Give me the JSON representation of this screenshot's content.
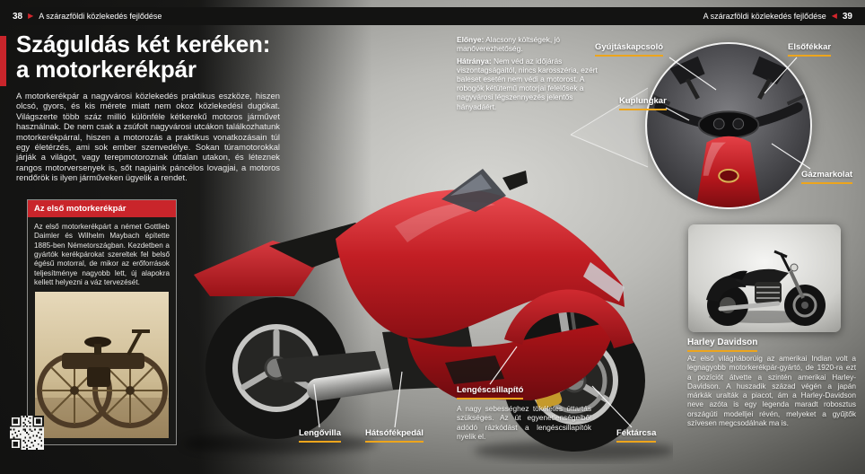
{
  "header": {
    "left_page_number": "38",
    "arrow_right": "▶",
    "left_title": "A szárazföldi közlekedés fejlődése",
    "right_title": "A szárazföldi közlekedés fejlődése",
    "arrow_left": "◀",
    "right_page_number": "39"
  },
  "title": {
    "line1": "Száguldás két keréken:",
    "line2": "a motorkerékpár"
  },
  "intro": "A motorkerékpár a nagyvárosi közlekedés praktikus eszköze, hiszen olcsó, gyors, és kis mérete miatt nem okoz közlekedési dugókat. Világszerte több száz millió különféle kétkerekű motoros járművet használnak. De nem csak a zsúfolt nagyvárosi utcákon találkozhatunk motorkerékpárral, hiszen a motorozás a praktikus vonatkozásain túl egy életérzés, ami sok ember szenvedélye. Sokan túramotorokkal járják a világot, vagy terepmotoroznak úttalan utakon, és léteznek rangos motorversenyek is, sőt napjaink páncélos lovagjai, a motoros rendőrök is ilyen járműveken ügyelik a rendet.",
  "first_motorcycle_box": {
    "title": "Az első motorkerékpár",
    "text": "Az első motorkerékpárt a német Gottlieb Daimler és Wilhelm Maybach építette 1885-ben Németországban. Kezdetben a gyártók kerékpárokat szereltek fel belső égésű motorral, de mikor az erőforrások teljesítménye nagyobb lett, új alapokra kellett helyezni a váz tervezését."
  },
  "pros_cons": {
    "pro_label": "Előnye:",
    "pro_text": "Alacsony költségek, jó manőverezhetőség.",
    "con_label": "Hátránya:",
    "con_text": "Nem véd az időjárás viszontagságaitól, nincs karosszéria, ezért baleset esetén nem védi a motorost. A robogók kétütemű motorjai felelősek a nagyvárosi légszennyezés jelentős hányadáért."
  },
  "handlebar_callouts": {
    "ignition_switch": "Gyújtáskapcsoló",
    "front_brake_lever": "Elsőfékkar",
    "clutch_lever": "Kuplungkar",
    "throttle_grip": "Gázmarkolat"
  },
  "bike_callouts": {
    "swingarm": "Lengővilla",
    "rear_brake_pedal": "Hátsófékpedál",
    "shock_absorber": "Lengéscsillapító",
    "shock_absorber_text": "A nagy sebességhez tökéletes úttartás szükséges. Az út egyenetlenségeiből adódó rázkódást a lengéscsillapítók nyelik el.",
    "brake_disc": "Féktárcsa"
  },
  "harley": {
    "title": "Harley Davidson",
    "text": "Az első világháborúig az amerikai Indian volt a legnagyobb motorkerékpár-gyártó, de 1920-ra ezt a pozíciót átvette a szintén amerikai Harley-Davidson. A huszadik század végén a japán márkák uralták a piacot, ám a Harley-Davidson neve azóta is egy legenda maradt robosztus országúti modelljei révén, melyeket a gyűjtők szívesen megcsodálnak ma is."
  },
  "colors": {
    "accent_red": "#c9252b",
    "underline_yellow": "#eda51c"
  }
}
